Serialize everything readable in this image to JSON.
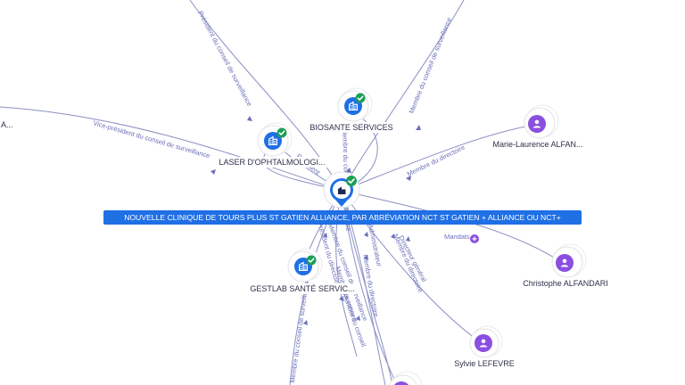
{
  "focus": {
    "label": "NOUVELLE CLINIQUE DE TOURS PLUS ST GATIEN ALLIANCE, PAR ABRÉVIATION NCT ST GATIEN + ALLIANCE OU NCT+",
    "icon": "company-icon",
    "verified": true
  },
  "companies": [
    {
      "id": "biosante",
      "label": "BIOSANTE SERVICES",
      "icon": "company-icon",
      "verified": true
    },
    {
      "id": "laser",
      "label": "LASER D'OPHTALMOLOGI...",
      "icon": "company-icon",
      "verified": true
    },
    {
      "id": "gestlab",
      "label": "GESTLAB SANTÉ SERVIC...",
      "icon": "company-icon",
      "verified": true
    }
  ],
  "persons": [
    {
      "id": "marie",
      "label": "Marie-Laurence ALFAN...",
      "icon": "person-icon"
    },
    {
      "id": "christophe",
      "label": "Christophe ALFANDARI",
      "icon": "person-icon"
    },
    {
      "id": "sylvie",
      "label": "Sylvie LEFEVRE",
      "icon": "person-icon"
    },
    {
      "id": "left-cut",
      "label": "A...",
      "icon": "person-icon"
    }
  ],
  "edge_labels": [
    "Président du conseil de surveillance",
    "Membre du conseil de surveillance",
    "Membre du directoire",
    "Vice-président du conseil de surveillance",
    "Directeur général",
    "Membre du directoire",
    "Administrateur",
    "Membre du directoire",
    "Membre du conseil de surveillance",
    "Membre du conseil de surveillance",
    "Président du directoire",
    "Membre du conseil de surveillance",
    "Président",
    "Membre du conseil",
    "Membre du conseil",
    "Mandats"
  ],
  "colors": {
    "company": "#1f6fe5",
    "person": "#8a4fe0",
    "verified": "#1e9e57",
    "edge": "#8b8fc4",
    "edge_label": "#6a6fb8",
    "focus_bg": "#1f6fe5"
  }
}
